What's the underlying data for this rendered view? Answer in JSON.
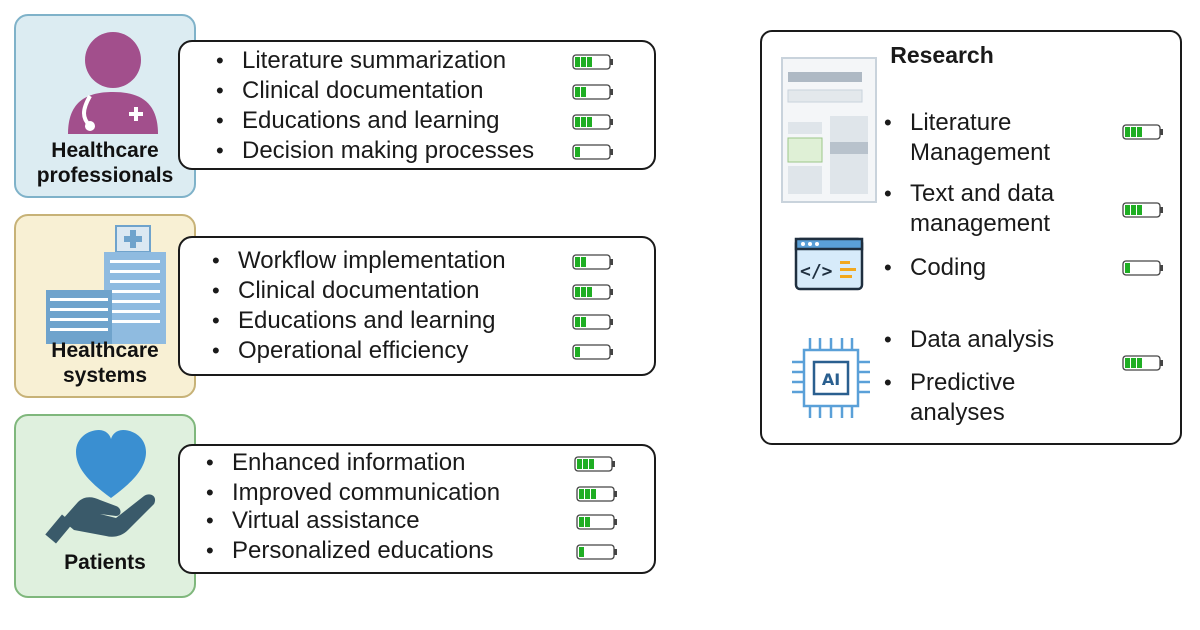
{
  "groups": [
    {
      "label_lines": [
        "Healthcare",
        "professionals"
      ],
      "fill": "#dcecf2",
      "border": "#7fb2c9",
      "icon": "healthcare-professional-icon",
      "items": [
        {
          "text": "Literature summarization",
          "level": 0.75
        },
        {
          "text": "Clinical documentation",
          "level": 0.5
        },
        {
          "text": "Educations and learning",
          "level": 0.75
        },
        {
          "text": "Decision making processes",
          "level": 0.25
        }
      ]
    },
    {
      "label_lines": [
        "Healthcare",
        "systems"
      ],
      "fill": "#f8f0d4",
      "border": "#c7b277",
      "icon": "hospital-building-icon",
      "items": [
        {
          "text": "Workflow implementation",
          "level": 0.5
        },
        {
          "text": "Clinical documentation",
          "level": 0.75
        },
        {
          "text": "Educations and learning",
          "level": 0.5
        },
        {
          "text": "Operational efficiency",
          "level": 0.25
        }
      ]
    },
    {
      "label_lines": [
        "Patients"
      ],
      "fill": "#dff0de",
      "border": "#7fb77c",
      "icon": "heart-in-hand-icon",
      "items": [
        {
          "text": "Enhanced information",
          "level": 0.75
        },
        {
          "text": "Improved communication",
          "level": 0.75
        },
        {
          "text": "Virtual assistance",
          "level": 0.5
        },
        {
          "text": "Personalized educations",
          "level": 0.25
        }
      ]
    }
  ],
  "research": {
    "title": "Research",
    "items": [
      {
        "lines": [
          "Literature",
          "Management"
        ],
        "level": 0.75,
        "icon": "document-page-icon"
      },
      {
        "lines": [
          "Text and data",
          "management"
        ],
        "level": 0.75,
        "icon": ""
      },
      {
        "lines": [
          "Coding"
        ],
        "level": 0.25,
        "icon": "code-window-icon"
      },
      {
        "lines": [
          "Data analysis"
        ],
        "level": 0.75,
        "icon": "ai-chip-icon"
      },
      {
        "lines": [
          "Predictive",
          "analyses"
        ],
        "level": null,
        "icon": ""
      }
    ]
  },
  "colors": {
    "battery_fill": "#1fae23",
    "battery_outline": "#444444",
    "professional_icon": "#a24f8c",
    "heart": "#3a8fd1",
    "hand": "#3a5a6a",
    "building": "#6fa3cc",
    "research_icon": "#5aa0d8"
  }
}
